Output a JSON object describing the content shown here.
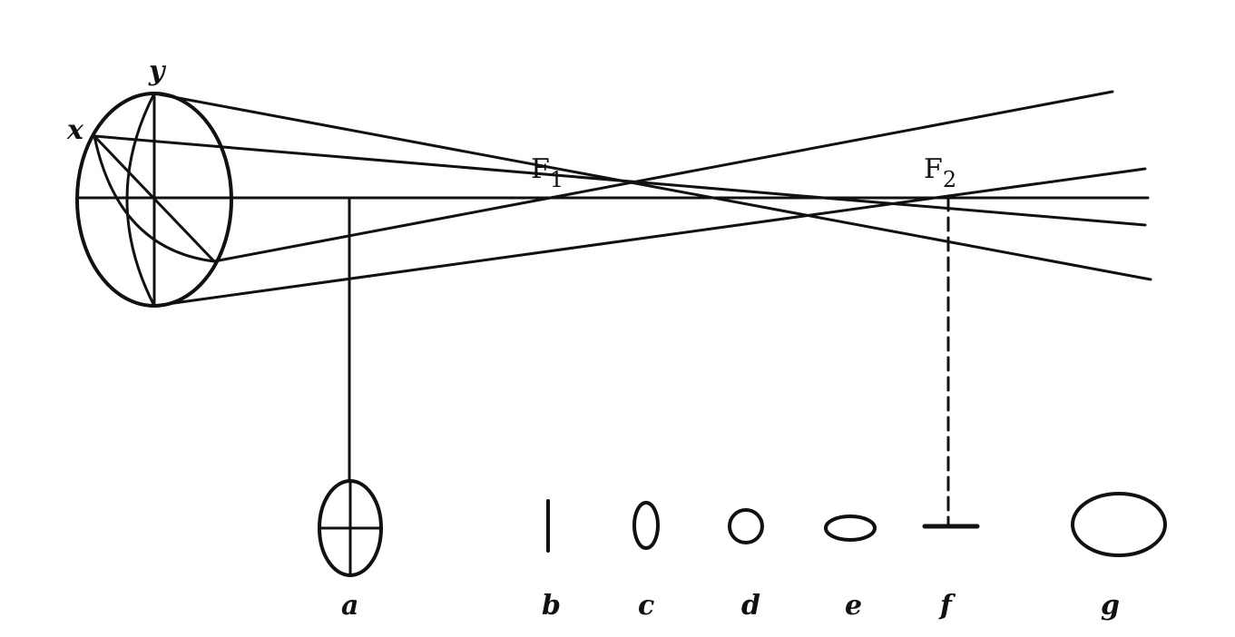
{
  "axis_labels": {
    "x": "x",
    "y": "y"
  },
  "focal_points": [
    {
      "letter": "F",
      "subscript": "1"
    },
    {
      "letter": "F",
      "subscript": "2"
    }
  ],
  "cross_sections": [
    {
      "label": "a",
      "shape": "ellipse-with-cross"
    },
    {
      "label": "b",
      "shape": "vertical-line"
    },
    {
      "label": "c",
      "shape": "vertical-ellipse"
    },
    {
      "label": "d",
      "shape": "circle"
    },
    {
      "label": "e",
      "shape": "horizontal-ellipse"
    },
    {
      "label": "f",
      "shape": "horizontal-line"
    },
    {
      "label": "g",
      "shape": "horizontal-ellipse-large"
    }
  ],
  "colors": {
    "ink": "#111111",
    "background": "#ffffff"
  }
}
